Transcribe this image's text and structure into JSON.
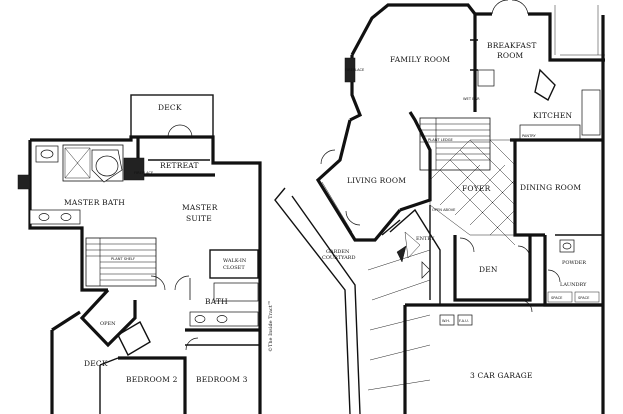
{
  "rooms": {
    "deck_upper": "DECK",
    "retreat": "RETREAT",
    "master_bath": "MASTER BATH",
    "master_suite_line1": "MASTER",
    "master_suite_line2": "SUITE",
    "walk_in_closet_line1": "WALK-IN",
    "walk_in_closet_line2": "CLOSET",
    "bath": "BATH",
    "open": "OPEN",
    "deck_lower": "DECK",
    "bedroom2": "BEDROOM 2",
    "bedroom3": "BEDROOM 3",
    "family_room": "FAMILY ROOM",
    "breakfast_line1": "BREAKFAST",
    "breakfast_line2": "ROOM",
    "wet_bar": "WET BAR",
    "kitchen": "KITCHEN",
    "living_room": "LIVING ROOM",
    "foyer": "FOYER",
    "dining_room": "DINING ROOM",
    "garden_courtyard_line1": "GARDEN",
    "garden_courtyard_line2": "COURTYARD",
    "entry": "ENTRY",
    "den": "DEN",
    "powder": "POWDER",
    "laundry": "LAUNDRY",
    "garage": "3 CAR GARAGE"
  },
  "labels": {
    "fireplace": "FIREPLACE",
    "plant_shelf": "PLANT SHELF",
    "plant_ledge": "PLANT LEDGE",
    "open_above": "OPEN ABOVE",
    "pantry": "PANTRY",
    "wh": "W.H.",
    "fau": "F.A.U.",
    "space": "SPACE"
  },
  "watermark": "©The Inside Tract™"
}
